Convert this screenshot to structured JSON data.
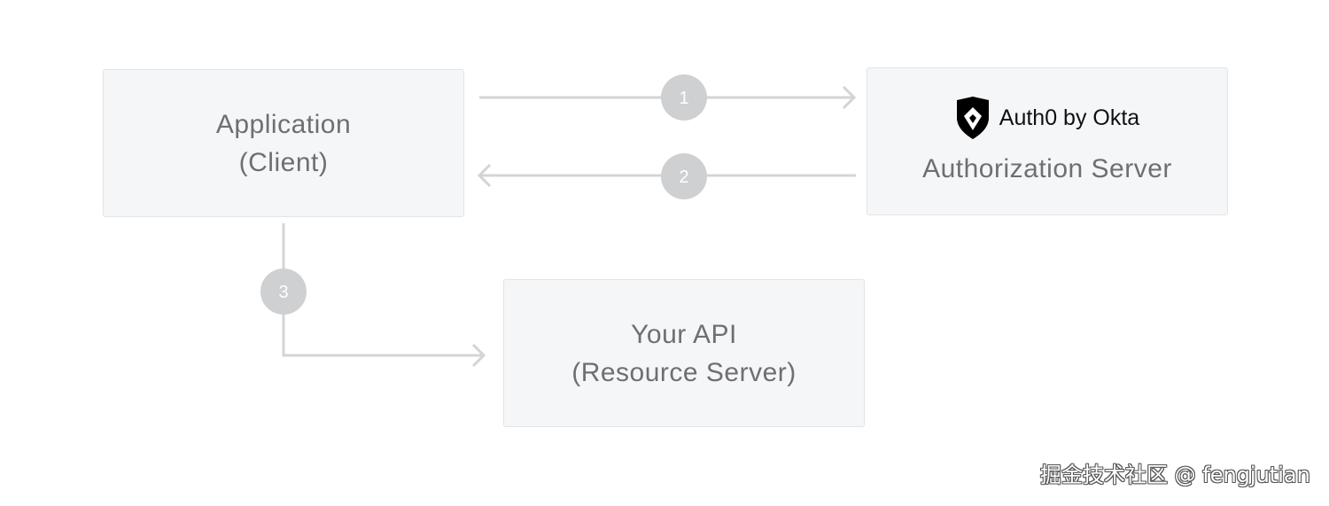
{
  "nodes": {
    "application": {
      "line1": "Application",
      "line2": "(Client)"
    },
    "authorization_server": {
      "brand": "Auth0 by Okta",
      "label": "Authorization Server"
    },
    "api": {
      "line1": "Your API",
      "line2": "(Resource Server)"
    }
  },
  "steps": [
    {
      "number": "1"
    },
    {
      "number": "2"
    },
    {
      "number": "3"
    }
  ],
  "watermark": "掘金技术社区 @ fengjutian",
  "colors": {
    "box_fill": "#f5f6f8",
    "box_border": "#e2e4e7",
    "text": "#6f6f72",
    "arrow": "#d4d4d6",
    "step_circle": "#cfd0d2"
  }
}
